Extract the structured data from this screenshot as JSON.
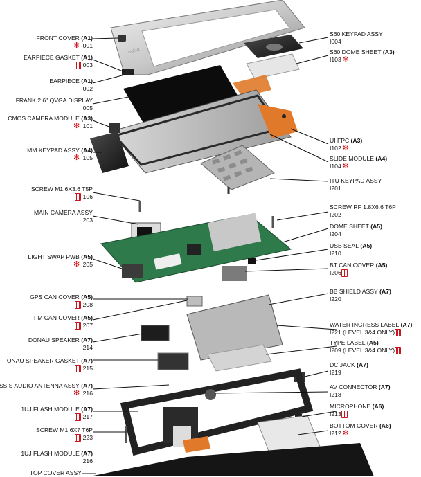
{
  "labels": [
    {
      "key": "front-cover",
      "name": "FRONT COVER",
      "cls": "(A1)",
      "code": "I001",
      "mark": "star",
      "side": "left"
    },
    {
      "key": "earpiece-gasket",
      "name": "EARPIECE GASKET",
      "cls": "(A1)",
      "code": "I003",
      "mark": "bin",
      "side": "left"
    },
    {
      "key": "earpiece",
      "name": "EARPIECE",
      "cls": "(A1)",
      "code": "I002",
      "mark": "",
      "side": "left"
    },
    {
      "key": "frank-display",
      "name": "FRANK 2.6\" QVGA DISPLAY",
      "cls": "",
      "code": "I005",
      "mark": "",
      "side": "left"
    },
    {
      "key": "cmos-camera",
      "name": "CMOS CAMERA MODULE",
      "cls": "(A3)",
      "code": "I101",
      "mark": "star",
      "side": "left"
    },
    {
      "key": "mm-keypad",
      "name": "MM KEYPAD ASSY",
      "cls": "(A4)",
      "code": "I105",
      "mark": "star",
      "side": "left"
    },
    {
      "key": "screw-m16x36",
      "name": "SCREW M1.6X3.6 T5P",
      "cls": "",
      "code": "I106",
      "mark": "bin",
      "side": "left"
    },
    {
      "key": "main-camera",
      "name": "MAIN CAMERA ASSY",
      "cls": "",
      "code": "I203",
      "mark": "",
      "side": "left"
    },
    {
      "key": "light-swap-pwb",
      "name": "LIGHT SWAP PWB",
      "cls": "(A5)",
      "code": "I205",
      "mark": "star",
      "side": "left"
    },
    {
      "key": "gps-can",
      "name": "GPS CAN COVER",
      "cls": "(A5)",
      "code": "I208",
      "mark": "bin",
      "side": "left"
    },
    {
      "key": "fm-can",
      "name": "FM CAN COVER",
      "cls": "(A5)",
      "code": "I207",
      "mark": "bin",
      "side": "left"
    },
    {
      "key": "donau-speaker",
      "name": "DONAU SPEAKER",
      "cls": "(A7)",
      "code": "I214",
      "mark": "",
      "side": "left"
    },
    {
      "key": "donau-gasket",
      "name": "ONAU SPEAKER GASKET",
      "cls": "(A7)",
      "code": "I215",
      "mark": "bin",
      "side": "left"
    },
    {
      "key": "audio-antenna",
      "name": "SSIS AUDIO ANTENNA ASSY",
      "cls": "(A7)",
      "code": "I216",
      "mark": "star",
      "side": "left"
    },
    {
      "key": "flash-module-1",
      "name": "1UJ FLASH MODULE",
      "cls": "(A7)",
      "code": "I217",
      "mark": "bin",
      "side": "left"
    },
    {
      "key": "screw-m16x7",
      "name": "SCREW M1.6X7 T6P",
      "cls": "",
      "code": "I223",
      "mark": "bin",
      "side": "left"
    },
    {
      "key": "flash-module-2",
      "name": "1UJ FLASH MODULE",
      "cls": "(A7)",
      "code": "I216",
      "mark": "",
      "side": "left"
    },
    {
      "key": "top-cover",
      "name": "TOP COVER ASSY",
      "cls": "",
      "code": "",
      "mark": "",
      "side": "left"
    },
    {
      "key": "s60-keypad",
      "name": "S60 KEYPAD ASSY",
      "cls": "",
      "code": "I004",
      "mark": "",
      "side": "right"
    },
    {
      "key": "s60-dome",
      "name": "S60 DOME SHEET",
      "cls": "(A3)",
      "code": "I103",
      "mark": "star",
      "side": "right"
    },
    {
      "key": "ui-fpc",
      "name": "UI FPC",
      "cls": "(A3)",
      "code": "I102",
      "mark": "star",
      "side": "right"
    },
    {
      "key": "slide-module",
      "name": "SLIDE MODULE",
      "cls": "(A4)",
      "code": "I104",
      "mark": "star",
      "side": "right"
    },
    {
      "key": "itu-keypad",
      "name": "ITU KEYPAD ASSY",
      "cls": "",
      "code": "I201",
      "mark": "",
      "side": "right"
    },
    {
      "key": "screw-rf",
      "name": "SCREW RF 1.8X6.6 T6P",
      "cls": "",
      "code": "I202",
      "mark": "",
      "side": "right"
    },
    {
      "key": "dome-sheet",
      "name": "DOME SHEET",
      "cls": "(A5)",
      "code": "I204",
      "mark": "",
      "side": "right"
    },
    {
      "key": "usb-seal",
      "name": "USB SEAL",
      "cls": "(A5)",
      "code": "I210",
      "mark": "",
      "side": "right"
    },
    {
      "key": "bt-can",
      "name": "BT CAN COVER",
      "cls": "(A5)",
      "code": "I206",
      "mark": "bin",
      "side": "right"
    },
    {
      "key": "bb-shield",
      "name": "BB SHIELD ASSY",
      "cls": "(A7)",
      "code": "I220",
      "mark": "",
      "side": "right"
    },
    {
      "key": "water-label",
      "name": "WATER INGRESS LABEL",
      "cls": "(A7)",
      "code": "I221 (LEVEL 3&4 ONLY)",
      "mark": "bin",
      "side": "right"
    },
    {
      "key": "type-label",
      "name": "TYPE LABEL",
      "cls": "(A5)",
      "code": "I209 (LEVEL 3&4 ONLY)",
      "mark": "bin",
      "side": "right"
    },
    {
      "key": "dc-jack",
      "name": "DC JACK",
      "cls": "(A7)",
      "code": "I219",
      "mark": "",
      "side": "right"
    },
    {
      "key": "av-connector",
      "name": "AV CONNECTOR",
      "cls": "(A7)",
      "code": "I218",
      "mark": "",
      "side": "right"
    },
    {
      "key": "microphone",
      "name": "MICROPHONE",
      "cls": "(A6)",
      "code": "I213",
      "mark": "bin",
      "side": "right"
    },
    {
      "key": "bottom-cover",
      "name": "BOTTOM COVER",
      "cls": "(A6)",
      "code": "I212",
      "mark": "star",
      "side": "right"
    }
  ],
  "device_mark": "nokia",
  "colors": {
    "star": "#d0141b",
    "bin": "#c9151e",
    "pcb": "#2f7a4a",
    "flex": "#e07a2a"
  }
}
